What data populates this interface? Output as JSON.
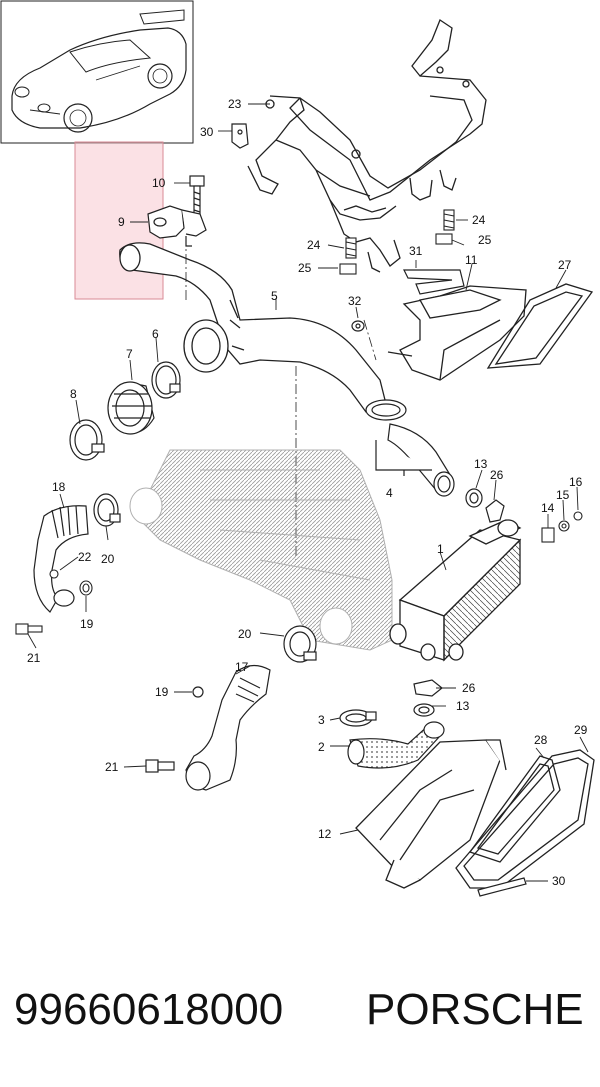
{
  "colors": {
    "line": "#222222",
    "highlight_fill": "#f7c9cf",
    "highlight_stroke": "#d98a95",
    "hatch": "#9a9a9a"
  },
  "callouts": {
    "c1": "1",
    "c2": "2",
    "c3": "3",
    "c4": "4",
    "c5": "5",
    "c6": "6",
    "c7": "7",
    "c8": "8",
    "c9": "9",
    "c10": "10",
    "c11": "11",
    "c12": "12",
    "c13a": "13",
    "c13b": "13",
    "c14": "14",
    "c15": "15",
    "c16": "16",
    "c17": "17",
    "c18": "18",
    "c19a": "19",
    "c19b": "19",
    "c20a": "20",
    "c20b": "20",
    "c21a": "21",
    "c21b": "21",
    "c22": "22",
    "c23": "23",
    "c24a": "24",
    "c24b": "24",
    "c25a": "25",
    "c25b": "25",
    "c26a": "26",
    "c26b": "26",
    "c27": "27",
    "c28": "28",
    "c29": "29",
    "c30a": "30",
    "c30b": "30",
    "c31": "31",
    "c32": "32"
  },
  "footer": {
    "part_number": "99660618000",
    "brand": "PORSCHE"
  }
}
